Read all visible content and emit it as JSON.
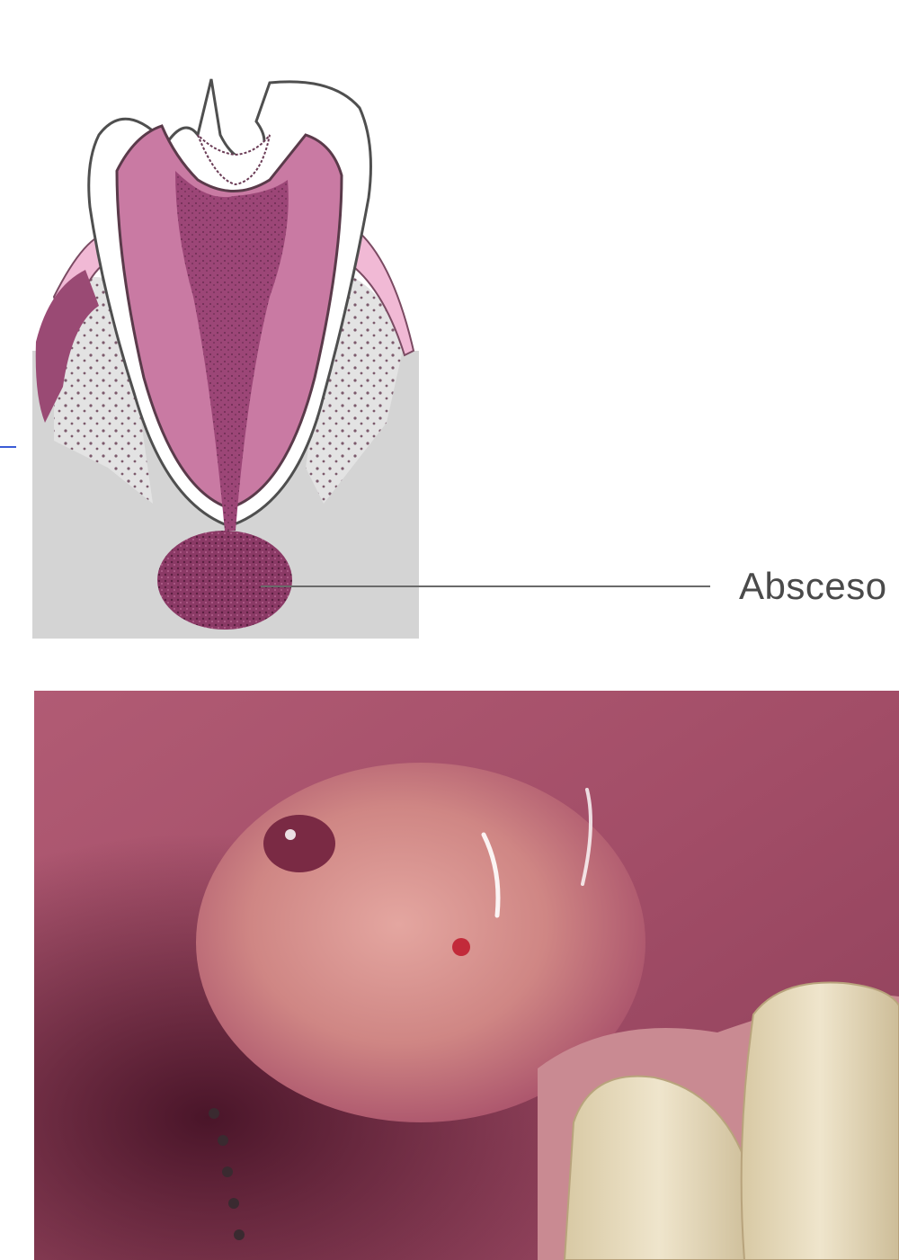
{
  "diagram": {
    "abscess_label": "Absceso",
    "colors": {
      "enamel_outline": "#555555",
      "dentin": "#c97aa3",
      "pulp": "#9c4677",
      "gum": "#f1b9d5",
      "bone_background": "#d4d4d4",
      "abscess": "#8b3a66",
      "leader_line": "#6a6a6a",
      "side_rule": "#3b5bd6"
    },
    "icons": [
      "tooth-cross-section",
      "periapical-abscess"
    ]
  },
  "photo": {
    "subject": "intraoral-photo-abscess-swelling",
    "colors": {
      "mucosa": "#a8506a",
      "swelling": "#d7918d",
      "tooth": "#e8dcc0",
      "shadow": "#5a1f34"
    }
  }
}
